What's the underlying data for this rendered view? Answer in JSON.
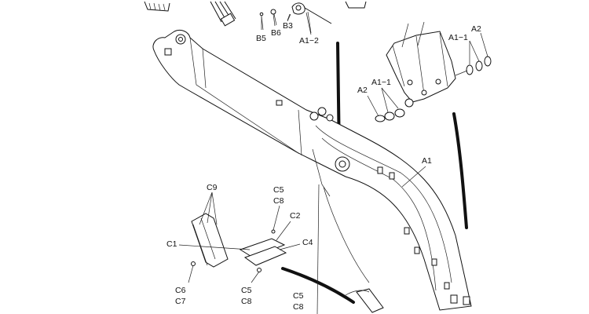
{
  "diagram": {
    "labels": {
      "b5": "B5",
      "b6": "B6",
      "b3": "B3",
      "a1_2": "A1−2",
      "a1_1_top": "A1−1",
      "a2_top": "A2",
      "a1_1_left": "A1−1",
      "a2_left": "A2",
      "a1": "A1",
      "c9": "C9",
      "c5_a": "C5",
      "c8_a": "C8",
      "c2": "C2",
      "c1": "C1",
      "c4": "C4",
      "c6": "C6",
      "c7": "C7",
      "c5_b": "C5",
      "c8_b": "C8",
      "c5_c": "C5",
      "c8_c": "C8"
    }
  }
}
